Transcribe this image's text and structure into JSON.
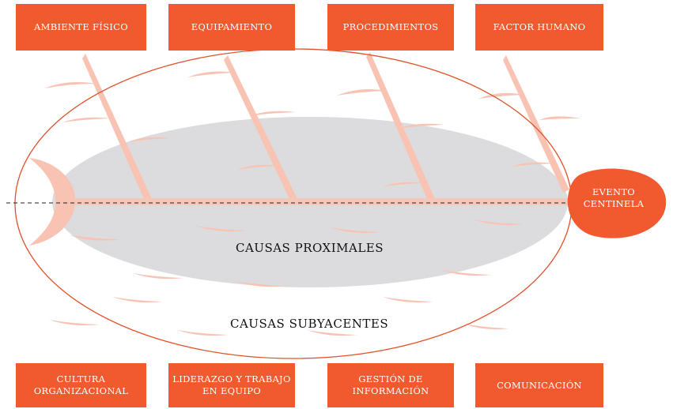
{
  "colors": {
    "box": "#f15a2f",
    "head": "#f15a2f",
    "body": "#dcdcde",
    "bones": "#f8c3b3",
    "outline": "#e0512a"
  },
  "top_categories": [
    "AMBIENTE FÍSICO",
    "EQUIPAMIENTO",
    "PROCEDIMIENTOS",
    "FACTOR HUMANO"
  ],
  "bottom_categories": [
    "CULTURA\nORGANIZACIONAL",
    "LIDERAZGO Y TRABAJO\nEN EQUIPO",
    "GESTIÓN DE\nINFORMACIÓN",
    "COMUNICACIÓN"
  ],
  "head_label": "EVENTO\nCENTINELA",
  "inner_label": "CAUSAS PROXIMALES",
  "outer_label": "CAUSAS SUBYACENTES"
}
